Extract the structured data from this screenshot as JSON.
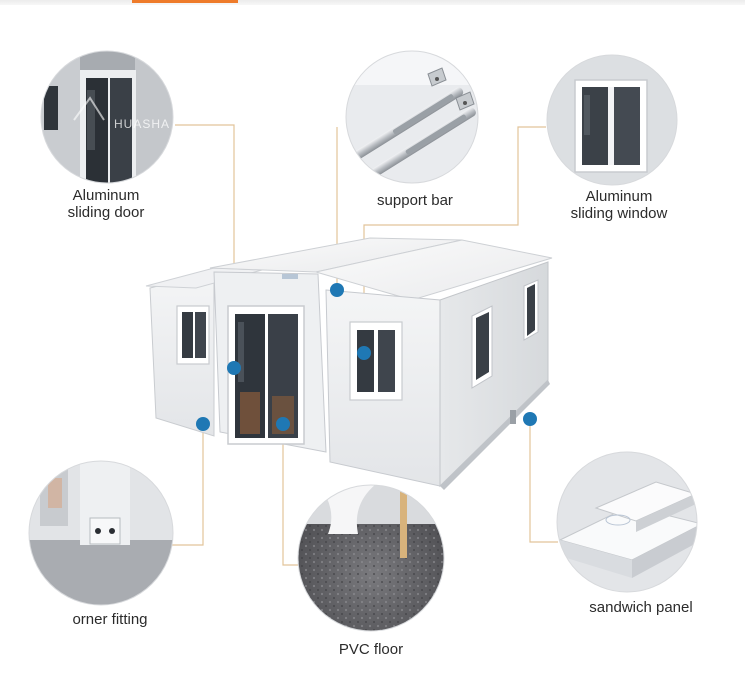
{
  "header": {
    "accent_color": "#ee7b2a"
  },
  "watermark": {
    "text": "HUASHA"
  },
  "features": {
    "sliding_door": {
      "line1": "Aluminum",
      "line2": "sliding door"
    },
    "support_bar": {
      "label": "support bar"
    },
    "sliding_window": {
      "line1": "Aluminum",
      "line2": "sliding window"
    },
    "corner_fitting": {
      "label": "orner fitting"
    },
    "pvc_floor": {
      "label": "PVC floor"
    },
    "sandwich_panel": {
      "label": "sandwich panel"
    }
  },
  "colors": {
    "callout_dot": "#1f78b4",
    "leader_line": "#e2c49a",
    "house_body": "#f1f2f4",
    "window_frame": "#ffffff",
    "glass": "#3e444b"
  }
}
